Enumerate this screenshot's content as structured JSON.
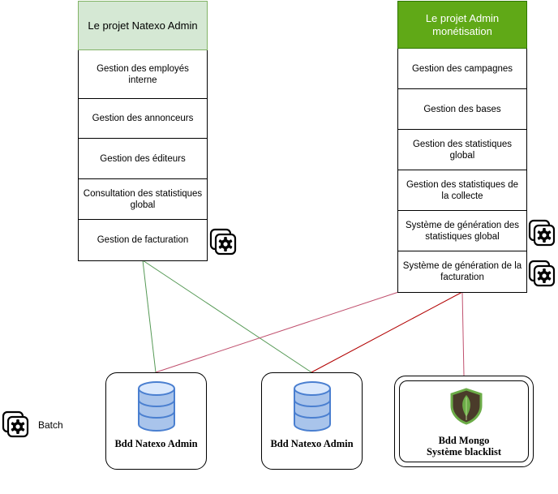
{
  "modules": {
    "natexo": {
      "title": "Le projet Natexo Admin",
      "header_color": "#d5e8d4",
      "items": [
        {
          "label": "Gestion des employés interne"
        },
        {
          "label": "Gestion des annonceurs"
        },
        {
          "label": "Gestion des éditeurs"
        },
        {
          "label": "Consultation des statistiques global"
        },
        {
          "label": "Gestion de facturation",
          "batch": true
        }
      ]
    },
    "monetisation": {
      "title": "Le projet Admin monétisation",
      "header_color": "#60a917",
      "items": [
        {
          "label": "Gestion des campagnes"
        },
        {
          "label": "Gestion des bases"
        },
        {
          "label": "Gestion des statistiques global"
        },
        {
          "label": "Gestion des statistiques de la collecte"
        },
        {
          "label": "Système de génération des statistiques global",
          "batch": true
        },
        {
          "label": "Système de génération de la facturation",
          "batch": true
        }
      ]
    }
  },
  "databases": [
    {
      "label": "Bdd Natexo Admin",
      "icon": "database-icon"
    },
    {
      "label": "Bdd Natexo Admin",
      "icon": "database-icon"
    },
    {
      "label": "Bdd Mongo Système blacklist",
      "icon": "mongodb-leaf-icon"
    }
  ],
  "legend": {
    "label": "Batch",
    "icon": "batch-gear-icon"
  },
  "colors": {
    "green_edge": "#559955",
    "red_edge": "#b20000",
    "pink_edge": "#c0506e",
    "db_blue": "#7ea6e0"
  }
}
